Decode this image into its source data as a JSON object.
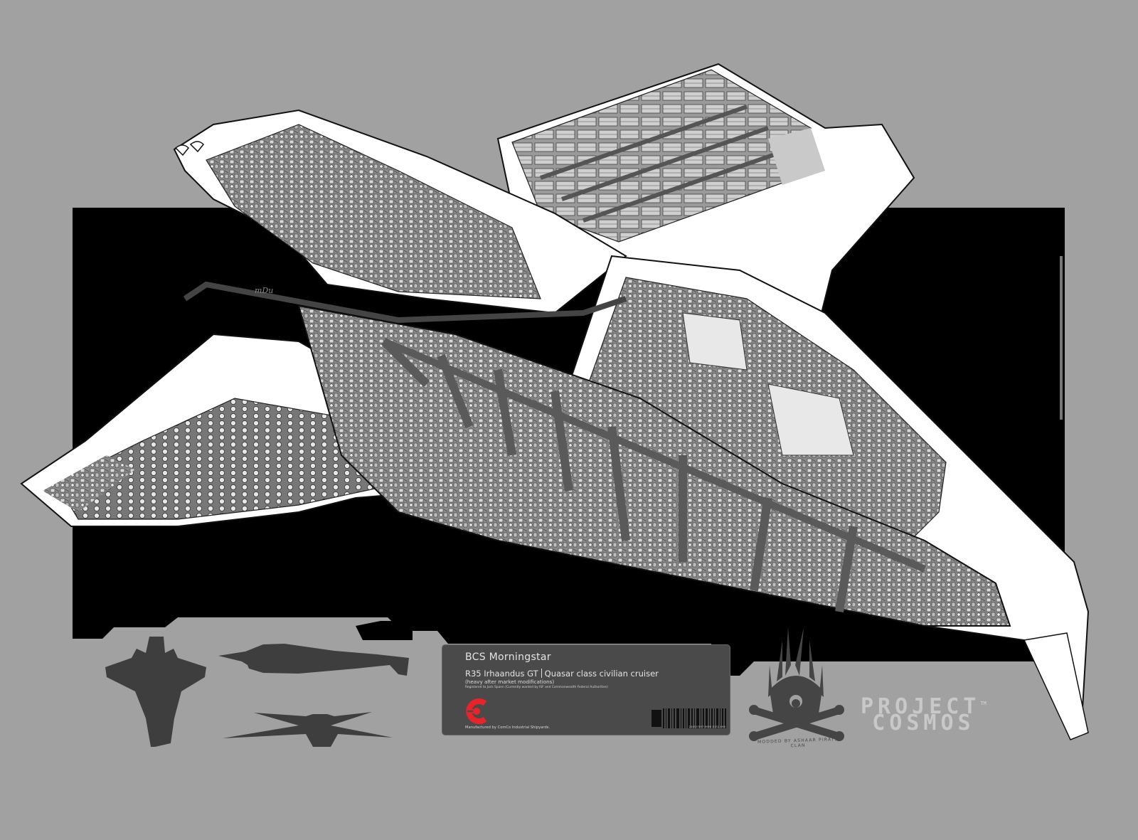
{
  "artwork": {
    "subject": "cutaway illustration of a starship",
    "signature": "mDu",
    "colors": {
      "background": "#a1a1a1",
      "frame": "#000000",
      "hull": "#ffffff",
      "interior": "#6e6e6e",
      "silhouette": "#3e3e3e",
      "panel": "#4a4a4a",
      "accent_red": "#e8242a",
      "logo_text": "#c8c8c8"
    }
  },
  "info_panel": {
    "ship_name": "BCS Morningstar",
    "model": "R35 Irhaandus GT",
    "class": "Quasar class civilian cruiser",
    "modifications": "(heavy after market modifications)",
    "registration": "Registered to Jack Spann (Currently wanted by ISF and Commonwealth Federal Authorities)",
    "manufacturer": "Manufactured by ComCo Industrial Shipyards.",
    "barcode_id": "2445 E5H7 0090 0132 4H0",
    "brand_icon": "comco-logo-icon"
  },
  "silhouettes": [
    {
      "view": "top",
      "icon": "ship-top-silhouette-icon"
    },
    {
      "view": "side",
      "icon": "ship-side-silhouette-icon"
    },
    {
      "view": "front",
      "icon": "ship-front-silhouette-icon"
    }
  ],
  "emblem": {
    "icon": "pirate-clan-emblem-icon",
    "arc_text": "MODDED BY ASHAAR PIRATE CLAN"
  },
  "project_logo": {
    "line1": "PROJECT",
    "line2": "COSMOS",
    "tm": "TM"
  }
}
